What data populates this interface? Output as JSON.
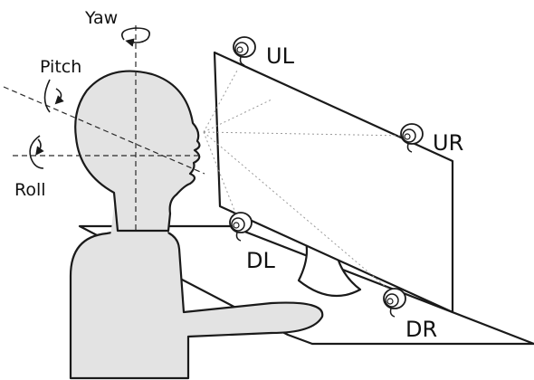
{
  "axes": {
    "yaw": "Yaw",
    "pitch": "Pitch",
    "roll": "Roll"
  },
  "cameras": {
    "ul": "UL",
    "ur": "UR",
    "dl": "DL",
    "dr": "DR"
  },
  "colors": {
    "body_fill": "#e3e3e3",
    "line": "#1a1a1a",
    "screen_fill": "#ffffff"
  }
}
